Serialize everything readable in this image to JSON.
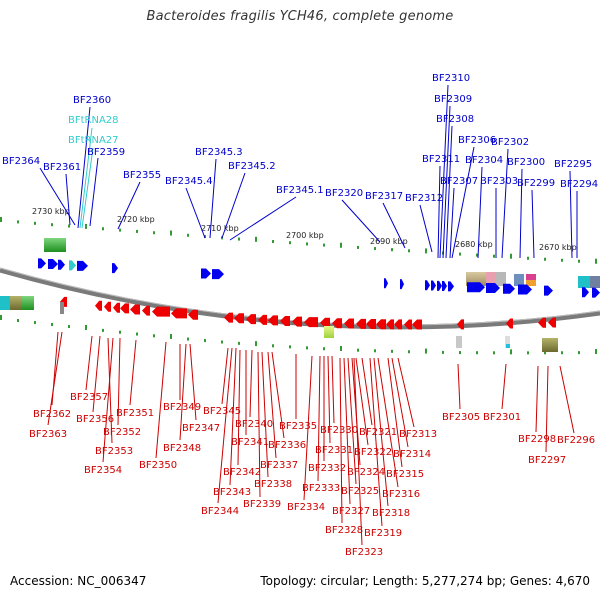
{
  "title": "Bacteroides fragilis YCH46, complete genome",
  "footer": {
    "accession": "Accession: NC_006347",
    "stats": "Topology: circular; Length: 5,277,274 bp; Genes: 4,670"
  },
  "scale_labels": [
    "2730 kbp",
    "2720 kbp",
    "2710 kbp",
    "2700 kbp",
    "2690 kbp",
    "2680 kbp",
    "2670 kbp"
  ],
  "top_labels": [
    "BF2364",
    "BF2361",
    "BF2360",
    "BFtRNA28",
    "BFtRNA27",
    "BF2359",
    "BF2355",
    "BF2345.4",
    "BF2345.3",
    "BF2345.2",
    "BF2345.1",
    "BF2320",
    "BF2317",
    "BF2312",
    "BF2311",
    "BF2310",
    "BF2309",
    "BF2308",
    "BF2307",
    "BF2306",
    "BF2304",
    "BF2303",
    "BF2302",
    "BF2300",
    "BF2299",
    "BF2295",
    "BF2294"
  ],
  "bottom_labels": [
    "BF2362",
    "BF2363",
    "BF2357",
    "BF2356",
    "BF2353",
    "BF2354",
    "BF2352",
    "BF2351",
    "BF2350",
    "BF2349",
    "BF2348",
    "BF2347",
    "BF2345",
    "BF2344",
    "BF2343",
    "BF2342",
    "BF2341",
    "BF2340",
    "BF2339",
    "BF2338",
    "BF2337",
    "BF2336",
    "BF2335",
    "BF2334",
    "BF2333",
    "BF2332",
    "BF2331",
    "BF2330",
    "BF2328",
    "BF2327",
    "BF2325",
    "BF2324",
    "BF2323",
    "BF2322",
    "BF2321",
    "BF2319",
    "BF2318",
    "BF2316",
    "BF2315",
    "BF2314",
    "BF2313",
    "BF2305",
    "BF2301",
    "BF2298",
    "BF2297",
    "BF2296"
  ],
  "colors": {
    "forward_gene": "#0000ee",
    "reverse_gene": "#ee0000",
    "trna": "#33cccc",
    "backbone": "#777777",
    "tick": "#339933"
  }
}
